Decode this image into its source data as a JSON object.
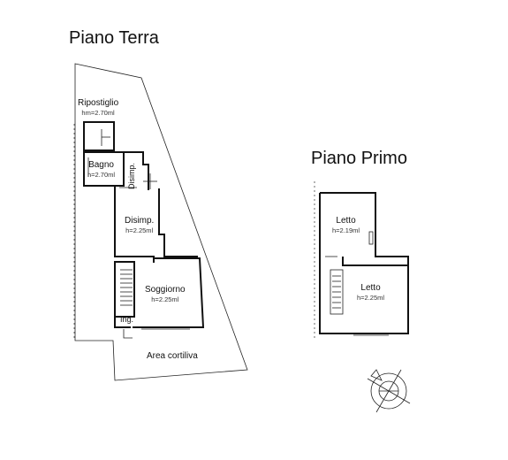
{
  "floors": [
    {
      "title": "Piano Terra",
      "rooms": [
        {
          "name": "Ripostiglio",
          "height": "hm=2.70ml"
        },
        {
          "name": "Bagno",
          "height": "h=2.70ml"
        },
        {
          "name": "Disimp.",
          "height": ""
        },
        {
          "name": "Disimp.",
          "height": "h=2.25ml"
        },
        {
          "name": "Soggiorno",
          "height": "h=2.25ml"
        },
        {
          "name": "Ing.",
          "height": ""
        }
      ],
      "outdoor_label": "Area cortiliva"
    },
    {
      "title": "Piano Primo",
      "rooms": [
        {
          "name": "Letto",
          "height": "h=2.19ml"
        },
        {
          "name": "Letto",
          "height": "h=2.25ml"
        }
      ]
    }
  ],
  "north_arrow_icon": "compass-icon"
}
